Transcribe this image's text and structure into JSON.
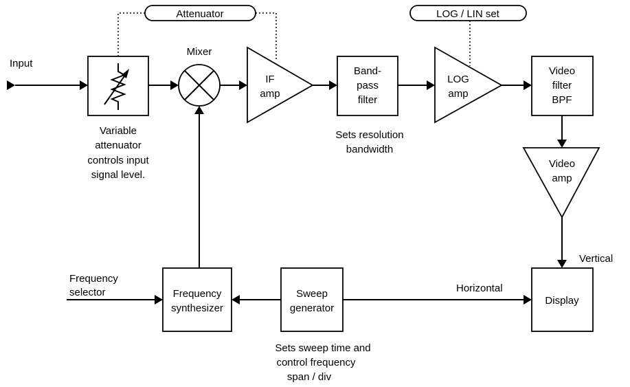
{
  "labels": {
    "input": "Input",
    "mixer": "Mixer",
    "attenuator_control": "Attenuator",
    "log_lin_control": "LOG / LIN set",
    "if_amp": [
      "IF",
      "amp"
    ],
    "bandpass": [
      "Band-",
      "pass",
      "filter"
    ],
    "log_amp": [
      "LOG",
      "amp"
    ],
    "video_filter": [
      "Video",
      "filter",
      "BPF"
    ],
    "video_amp": [
      "Video",
      "amp"
    ],
    "display": "Display",
    "vertical": "Vertical",
    "horizontal": "Horizontal",
    "sweep_generator": [
      "Sweep",
      "generator"
    ],
    "frequency_synthesizer": [
      "Frequency",
      "synthesizer"
    ],
    "frequency_selector": [
      "Frequency",
      "selector"
    ]
  },
  "notes": {
    "attenuator": [
      "Variable",
      "attenuator",
      "controls input",
      "signal level."
    ],
    "resolution": [
      "Sets resolution",
      "bandwidth"
    ],
    "sweep": [
      "Sets sweep time and",
      "control frequency",
      "span / div"
    ]
  }
}
